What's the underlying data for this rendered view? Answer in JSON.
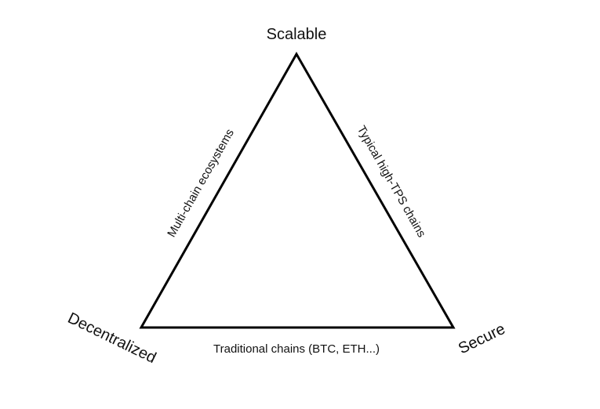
{
  "diagram": {
    "vertices": {
      "top": "Scalable",
      "bottom_left": "Decentralized",
      "bottom_right": "Secure"
    },
    "edges": {
      "left": "Multi-chain ecosystems",
      "right": "Typical high-TPS chains",
      "bottom": "Traditional chains (BTC, ETH...)"
    },
    "colors": {
      "stroke": "#000000",
      "text": "#111111"
    }
  }
}
